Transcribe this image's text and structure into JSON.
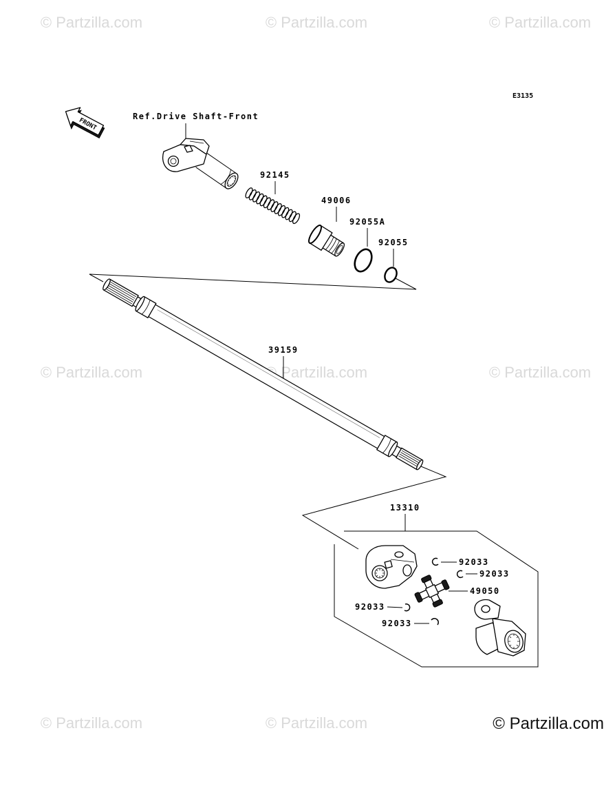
{
  "watermark": {
    "text": "© Partzilla.com"
  },
  "copyright": "© Partzilla.com",
  "diagram_code": "E3135",
  "front_arrow": {
    "label": "FRONT"
  },
  "reference_label": "Ref.Drive Shaft-Front",
  "callouts": {
    "spring": "92145",
    "boot": "49006",
    "o_ring": "92055A",
    "ring": "92055",
    "shaft": "39159",
    "joint_assembly": "13310",
    "cross": "49050",
    "circlips": [
      "92033",
      "92033",
      "92033",
      "92033"
    ]
  },
  "colors": {
    "watermark": "#d9d9d9",
    "line": "#000000"
  }
}
